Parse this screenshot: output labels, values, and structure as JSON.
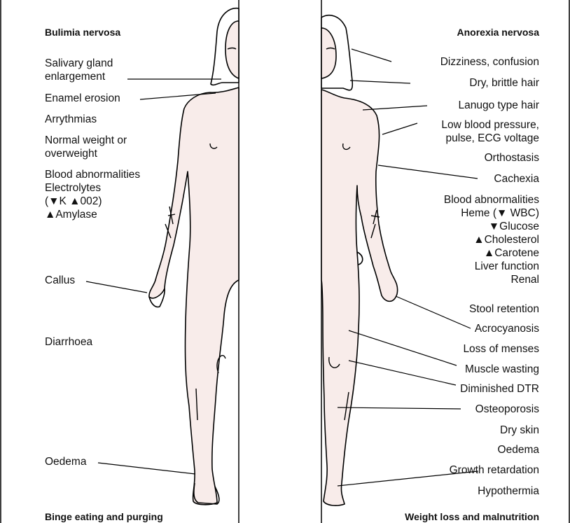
{
  "left_panel": {
    "title": "Bulimia nervosa",
    "footer": "Binge eating and purging",
    "labels": {
      "salivary_1": "Salivary gland",
      "salivary_2": "enlargement",
      "enamel": "Enamel erosion",
      "arrythmias": "Arrythmias",
      "weight_1": "Normal weight or",
      "weight_2": "overweight",
      "blood_1": "Blood abnormalities",
      "blood_2": "Electrolytes",
      "blood_3": "(▼K ▲002)",
      "blood_4": "▲Amylase",
      "callus": "Callus",
      "diarrhoea": "Diarrhoea",
      "oedema": "Oedema"
    }
  },
  "right_panel": {
    "title": "Anorexia nervosa",
    "footer": "Weight loss and malnutrition",
    "labels": {
      "dizziness": "Dizziness, confusion",
      "hair": "Dry, brittle hair",
      "lanugo": "Lanugo type hair",
      "bp_1": "Low blood pressure,",
      "bp_2": "pulse, ECG voltage",
      "orthostasis": "Orthostasis",
      "cachexia": "Cachexia",
      "blood_1": "Blood abnormalities",
      "blood_2": "Heme (▼ WBC)",
      "blood_3": "▼Glucose",
      "blood_4": "▲Cholesterol",
      "blood_5": "▲Carotene",
      "blood_6": "Liver function",
      "blood_7": "Renal",
      "stool": "Stool retention",
      "acrocyanosis": "Acrocyanosis",
      "menses": "Loss of menses",
      "muscle": "Muscle wasting",
      "dtr": "Diminished DTR",
      "osteo": "Osteoporosis",
      "dryskin": "Dry skin",
      "oedema": "Oedema",
      "growth": "Growth retardation",
      "hypothermia": "Hypothermia"
    }
  }
}
